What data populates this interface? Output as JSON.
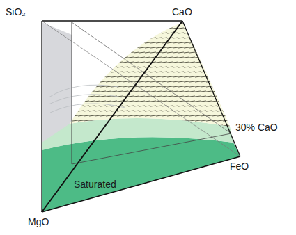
{
  "diagram": {
    "labels": [
      "SiO₂",
      "CaO",
      "30% CaO",
      "FeO",
      "Saturated",
      "MgO"
    ]
  }
}
